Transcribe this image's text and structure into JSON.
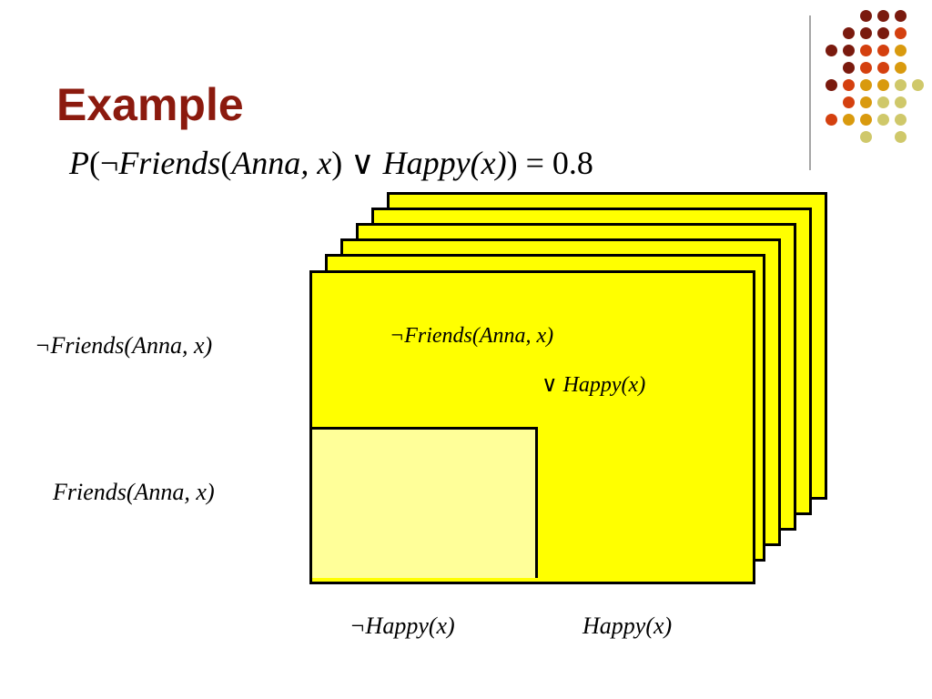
{
  "slide": {
    "title": "Example",
    "formula": {
      "p": "P",
      "open": "(",
      "neg": "¬",
      "friends": "Friends",
      "args_open": "(",
      "anna": "Anna",
      "comma_x": ", x",
      "args_close": ")",
      "or": " ∨ ",
      "happy": "Happy",
      "happy_args": "(x)",
      "close": ")",
      "eq": " = ",
      "value": "0.8"
    },
    "left_labels": {
      "not_friends": "¬Friends(Anna, x)",
      "friends": "Friends(Anna, x)"
    },
    "bottom_labels": {
      "not_happy": "¬Happy(x)",
      "happy": "Happy(x)"
    },
    "box_labels": {
      "line1": "¬Friends(Anna, x)",
      "line2": "∨ Happy(x)"
    }
  },
  "colors": {
    "title": "#8b1a0e",
    "panel": "#ffff00",
    "inner_panel": "#ffff99",
    "dot_palette": [
      "#7a1a0e",
      "#d4400f",
      "#d99a0e",
      "#cfc86a"
    ]
  },
  "decoration": {
    "dot_grid_rows": [
      [
        null,
        null,
        0,
        0,
        0,
        null
      ],
      [
        null,
        0,
        0,
        0,
        1,
        null
      ],
      [
        0,
        0,
        1,
        1,
        2,
        null
      ],
      [
        null,
        0,
        1,
        1,
        2,
        null
      ],
      [
        0,
        1,
        2,
        2,
        3,
        3
      ],
      [
        null,
        1,
        2,
        3,
        3,
        null
      ],
      [
        1,
        2,
        2,
        3,
        3,
        null
      ],
      [
        null,
        null,
        3,
        null,
        3,
        null
      ]
    ]
  }
}
